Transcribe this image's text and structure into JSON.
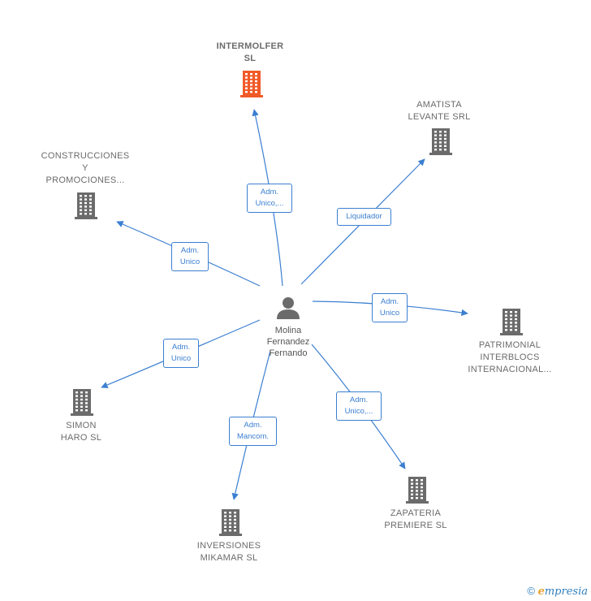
{
  "center": {
    "name": "Molina\nFernandez\nFernando",
    "icon": "person-icon"
  },
  "companies": [
    {
      "id": "intermolfer",
      "name": "INTERMOLFER\nSL",
      "highlight": true,
      "color": "#f05a28"
    },
    {
      "id": "amatista",
      "name": "AMATISTA\nLEVANTE SRL",
      "highlight": false,
      "color": "#6b6b6b"
    },
    {
      "id": "construcciones",
      "name": "CONSTRUCCIONES\nY\nPROMOCIONES...",
      "highlight": false,
      "color": "#6b6b6b"
    },
    {
      "id": "patrimonial",
      "name": "PATRIMONIAL\nINTERBLOCS\nINTERNACIONAL...",
      "highlight": false,
      "color": "#6b6b6b"
    },
    {
      "id": "simon",
      "name": "SIMON\nHARO SL",
      "highlight": false,
      "color": "#6b6b6b"
    },
    {
      "id": "zapateria",
      "name": "ZAPATERIA\nPREMIERE  SL",
      "highlight": false,
      "color": "#6b6b6b"
    },
    {
      "id": "inversiones",
      "name": "INVERSIONES\nMIKAMAR SL",
      "highlight": false,
      "color": "#6b6b6b"
    }
  ],
  "relations": [
    {
      "to": "intermolfer",
      "label": "Adm.\nUnico,..."
    },
    {
      "to": "amatista",
      "label": "Liquidador"
    },
    {
      "to": "construcciones",
      "label": "Adm.\nUnico"
    },
    {
      "to": "patrimonial",
      "label": "Adm.\nUnico"
    },
    {
      "to": "simon",
      "label": "Adm.\nUnico"
    },
    {
      "to": "zapateria",
      "label": "Adm.\nUnico,..."
    },
    {
      "to": "inversiones",
      "label": "Adm.\nMancom."
    }
  ],
  "footer": {
    "copyright": "©",
    "brand_initial": "e",
    "brand_rest": "mpresia"
  },
  "colors": {
    "edge": "#3b7fd1",
    "building": "#6b6b6b",
    "building_highlight": "#f05a28",
    "person": "#6b6b6b"
  }
}
